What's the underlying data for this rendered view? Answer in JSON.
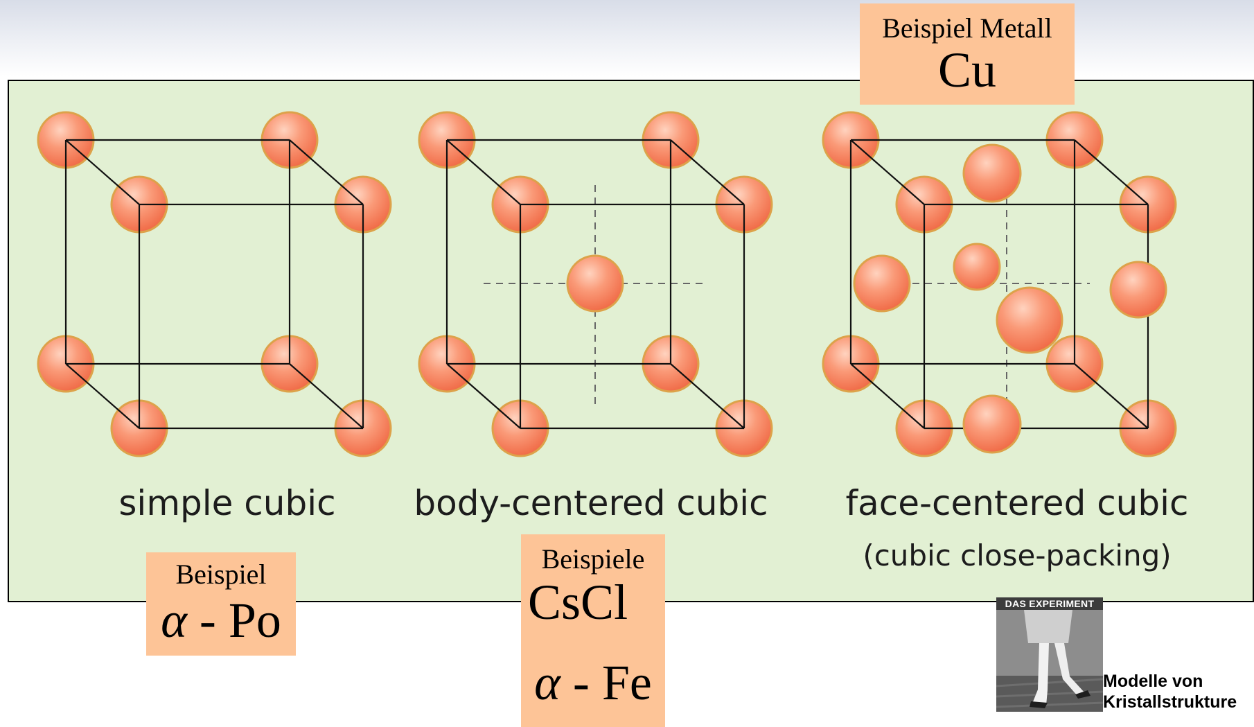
{
  "labels": {
    "simple": "simple cubic",
    "bcc": "body-centered cubic",
    "fcc": "face-centered cubic",
    "fcc_sub": "(cubic close-packing)"
  },
  "examples": {
    "metal_head": "Beispiel Metall",
    "metal_value": "Cu",
    "po_head": "Beispiel",
    "po_alpha": "α",
    "po_value": " - Po",
    "cscl_head": "Beispiele",
    "cscl_value": "CsCl",
    "fe_alpha": "α",
    "fe_value": " - Fe"
  },
  "book": {
    "title": "DAS EXPERIMENT",
    "caption_line1": "Modelle von",
    "caption_line2": "Kristallstrukture"
  },
  "colors": {
    "panel": "#e2f0d3",
    "example_box": "#fdc497",
    "atom_fill": "#fa9a78",
    "atom_outline": "#dda24a"
  }
}
